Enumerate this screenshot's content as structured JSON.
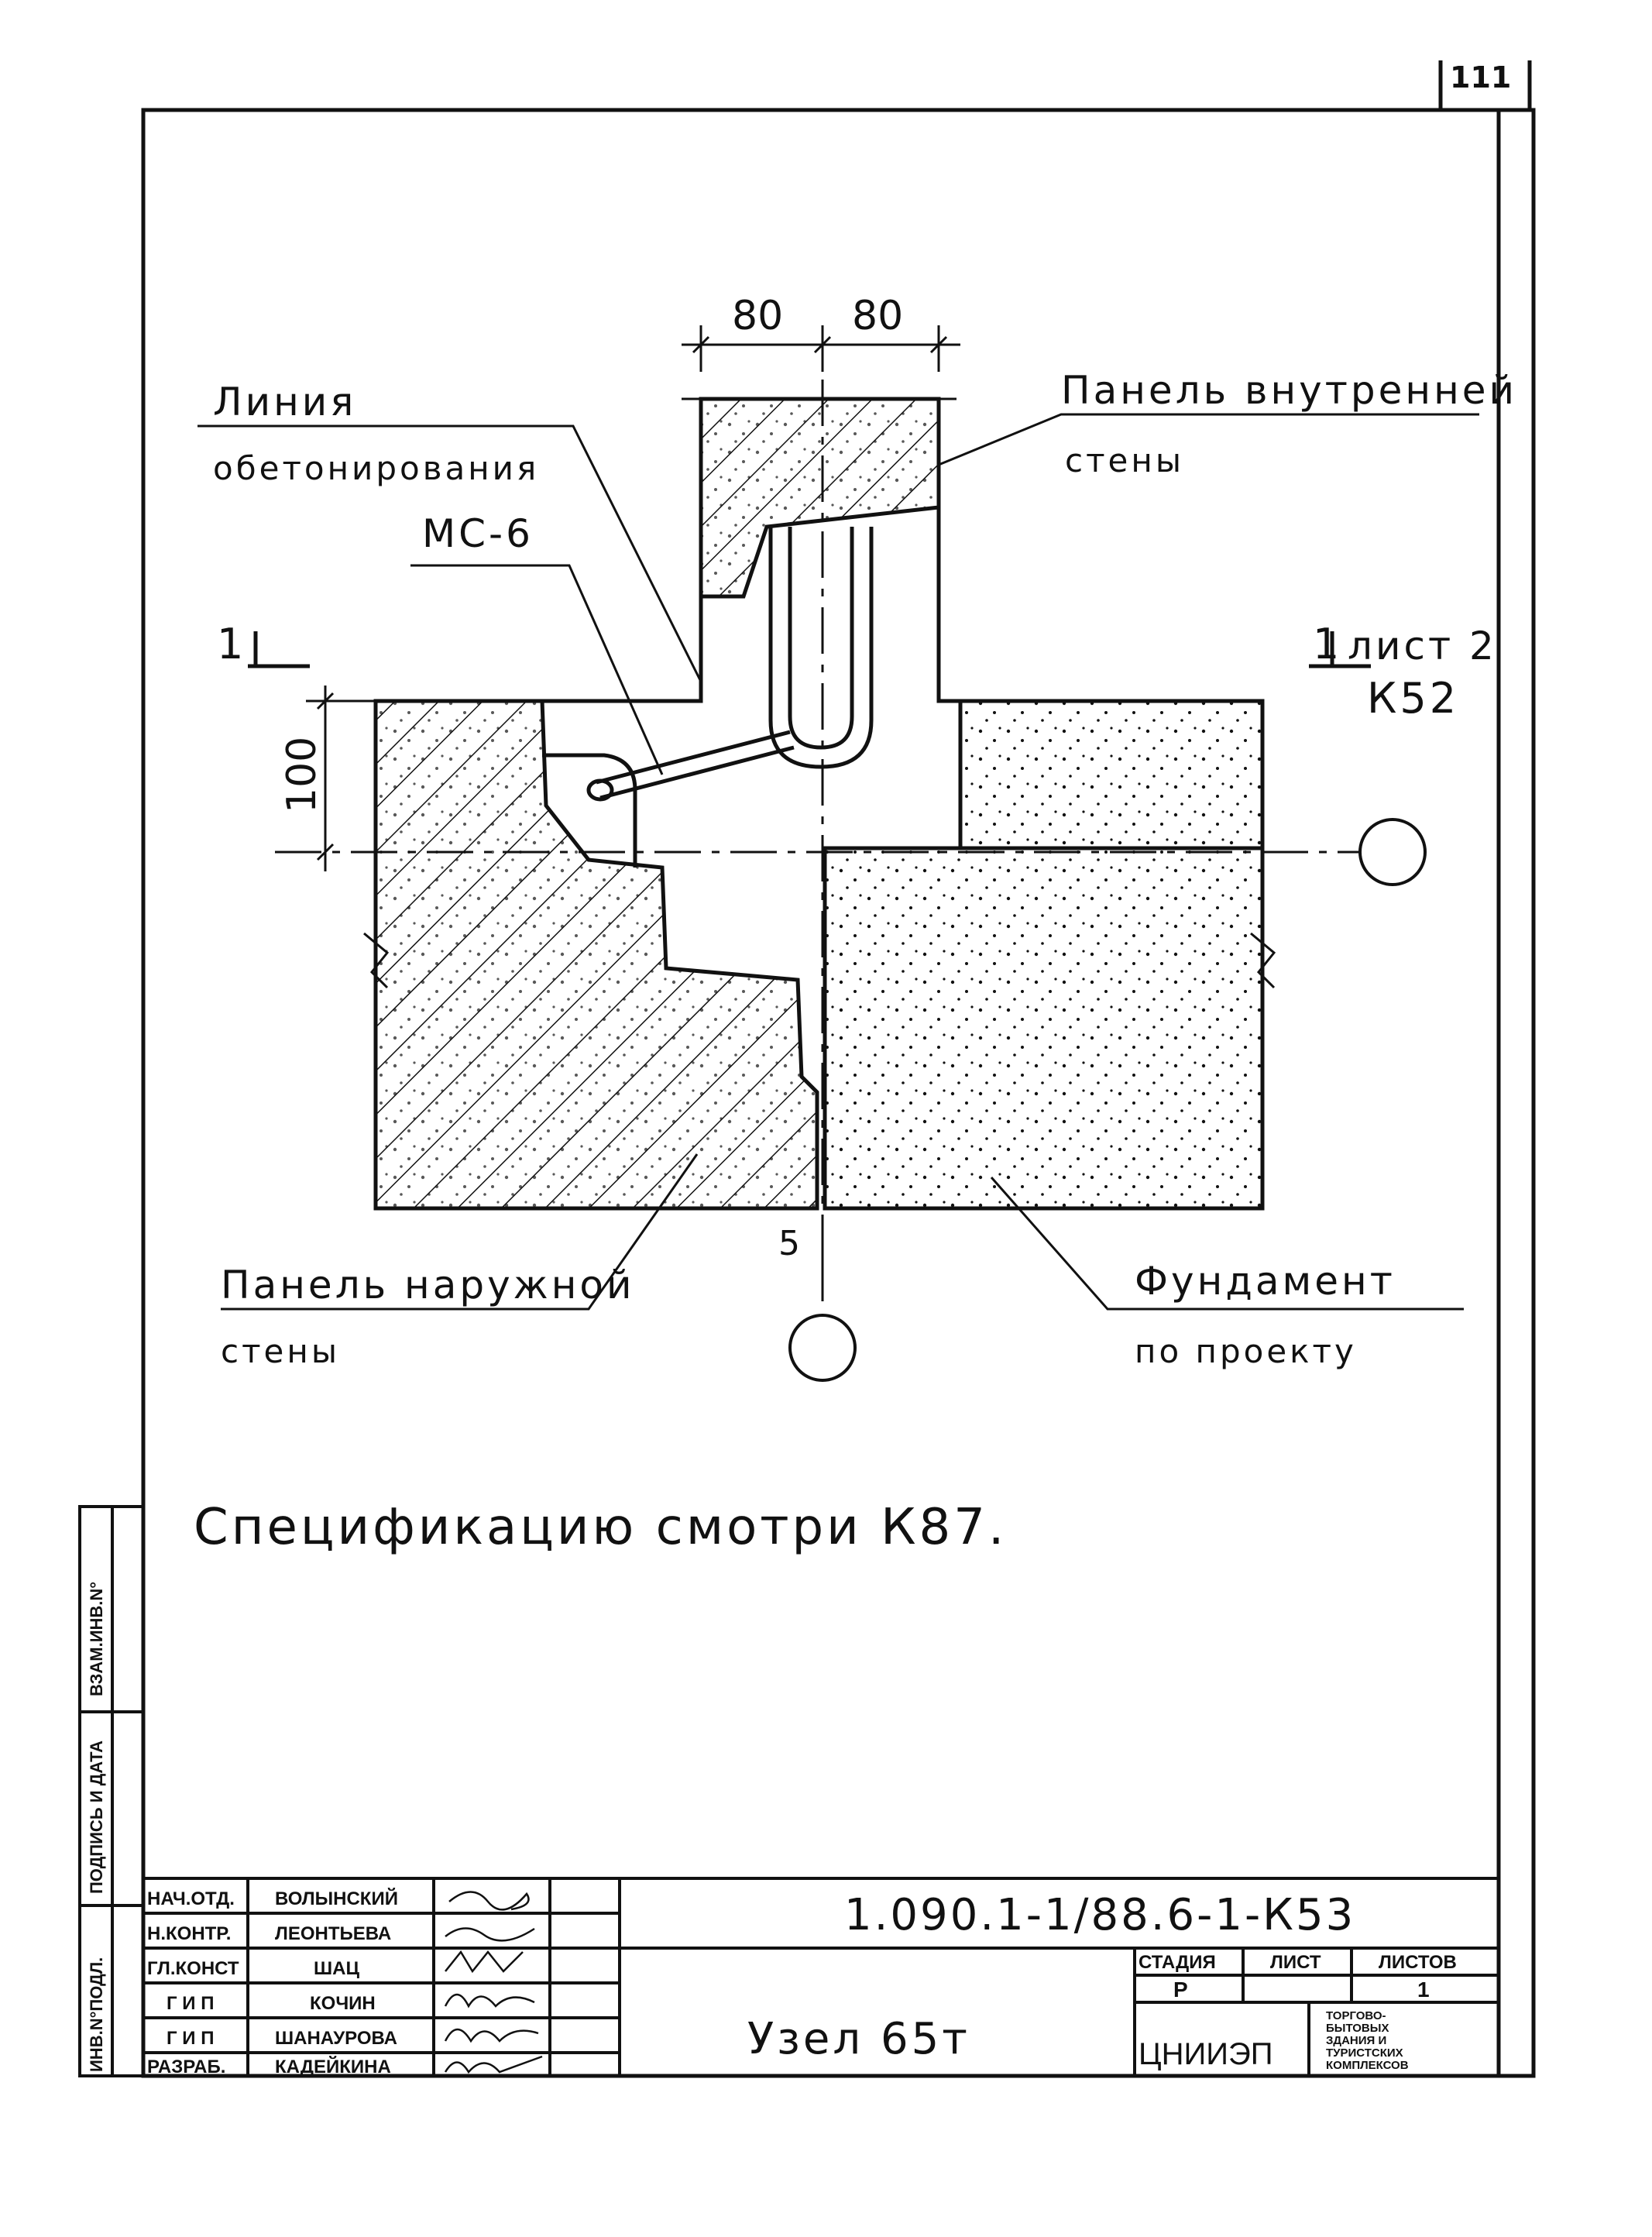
{
  "sheet_number": "111",
  "labels": {
    "line_concreting_1": "Линия",
    "line_concreting_2": "обетонирования",
    "inner_panel_1": "Панель внутренней",
    "inner_panel_2": "стены",
    "tie": "МС-6",
    "section_left": "1",
    "section_right": "1",
    "section_ref_1": "лист 2",
    "section_ref_2": "К52",
    "outer_panel_1": "Панель наружной",
    "outer_panel_2": "стены",
    "foundation_1": "Фундамент",
    "foundation_2": "по проекту",
    "axis_num": "5"
  },
  "dimensions": {
    "top_left": "80",
    "top_right": "80",
    "height": "100"
  },
  "note": "Спецификацию смотри К87.",
  "side_stamp": {
    "vzam": "ВЗАМ.ИНВ.N°",
    "podpis": "ПОДПИСЬ И ДАТА",
    "inv": "ИНВ.N°ПОДЛ."
  },
  "title_block": {
    "doc_code": "1.090.1-1/88.6-1-К53",
    "title": "Узел 65т",
    "roles": [
      {
        "role": "НАЧ.ОТД.",
        "name": "ВОЛЫНСКИЙ"
      },
      {
        "role": "Н.КОНТР.",
        "name": "ЛЕОНТЬЕВА"
      },
      {
        "role": "ГЛ.КОНСТ",
        "name": "ШАЦ"
      },
      {
        "role": "Г И П",
        "name": "КОЧИН"
      },
      {
        "role": "Г И П",
        "name": "ШАНАУРОВА"
      },
      {
        "role": "РАЗРАБ.",
        "name": "КАДЕЙКИНА"
      }
    ],
    "stage_header": "СТАДИЯ",
    "sheet_header": "ЛИСТ",
    "sheets_header": "ЛИСТОВ",
    "stage": "Р",
    "sheet": "",
    "sheets": "1",
    "org": "ЦНИИЭП",
    "org_desc_1": "ТОРГОВО-",
    "org_desc_2": "БЫТОВЫХ",
    "org_desc_3": "ЗДАНИЯ И",
    "org_desc_4": "ТУРИСТСКИХ",
    "org_desc_5": "КОМПЛЕКСОВ"
  }
}
